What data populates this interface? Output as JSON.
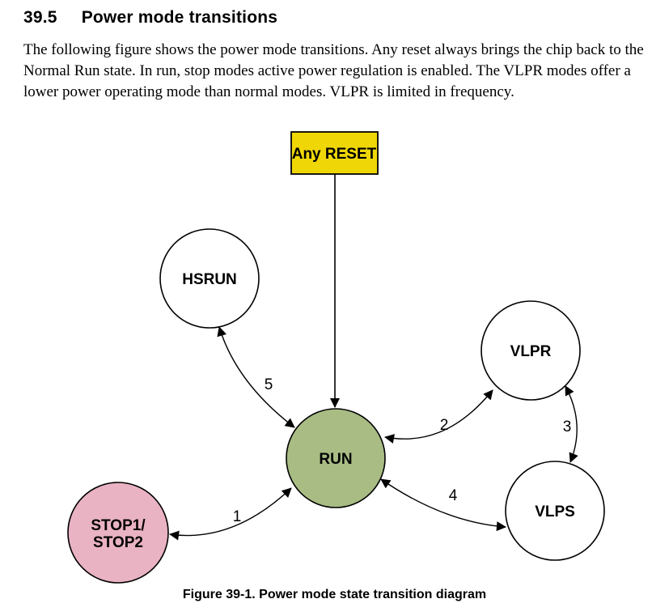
{
  "page": {
    "section_number": "39.5",
    "section_title": "Power mode transitions",
    "body_text": "The following figure shows the power mode transitions. Any reset always brings the chip back to the Normal Run state. In run, stop modes active power regulation is enabled. The VLPR modes offer a lower power operating mode than normal modes. VLPR is limited in frequency.",
    "caption": "Figure 39-1. Power mode state transition diagram"
  },
  "diagram": {
    "reset": {
      "label": "Any RESET",
      "fill": "#EFD707",
      "border": "#000000"
    },
    "nodes": {
      "hsrun": {
        "label": "HSRUN",
        "fill": "#FFFFFF"
      },
      "run": {
        "label": "RUN",
        "fill": "#A8BC84"
      },
      "vlpr": {
        "label": "VLPR",
        "fill": "#FFFFFF"
      },
      "vlps": {
        "label": "VLPS",
        "fill": "#FFFFFF"
      },
      "stop": {
        "label_line1": "STOP1/",
        "label_line2": "STOP2",
        "fill": "#E9B3C3"
      }
    },
    "transitions": [
      {
        "label": "1",
        "from": "RUN",
        "to": "STOP1/STOP2",
        "bidirectional": true
      },
      {
        "label": "2",
        "from": "RUN",
        "to": "VLPR",
        "bidirectional": true
      },
      {
        "label": "3",
        "from": "VLPR",
        "to": "VLPS",
        "bidirectional": true
      },
      {
        "label": "4",
        "from": "RUN",
        "to": "VLPS",
        "bidirectional": true
      },
      {
        "label": "5",
        "from": "RUN",
        "to": "HSRUN",
        "bidirectional": true
      },
      {
        "label": "",
        "from": "Any RESET",
        "to": "RUN",
        "bidirectional": false
      }
    ]
  }
}
